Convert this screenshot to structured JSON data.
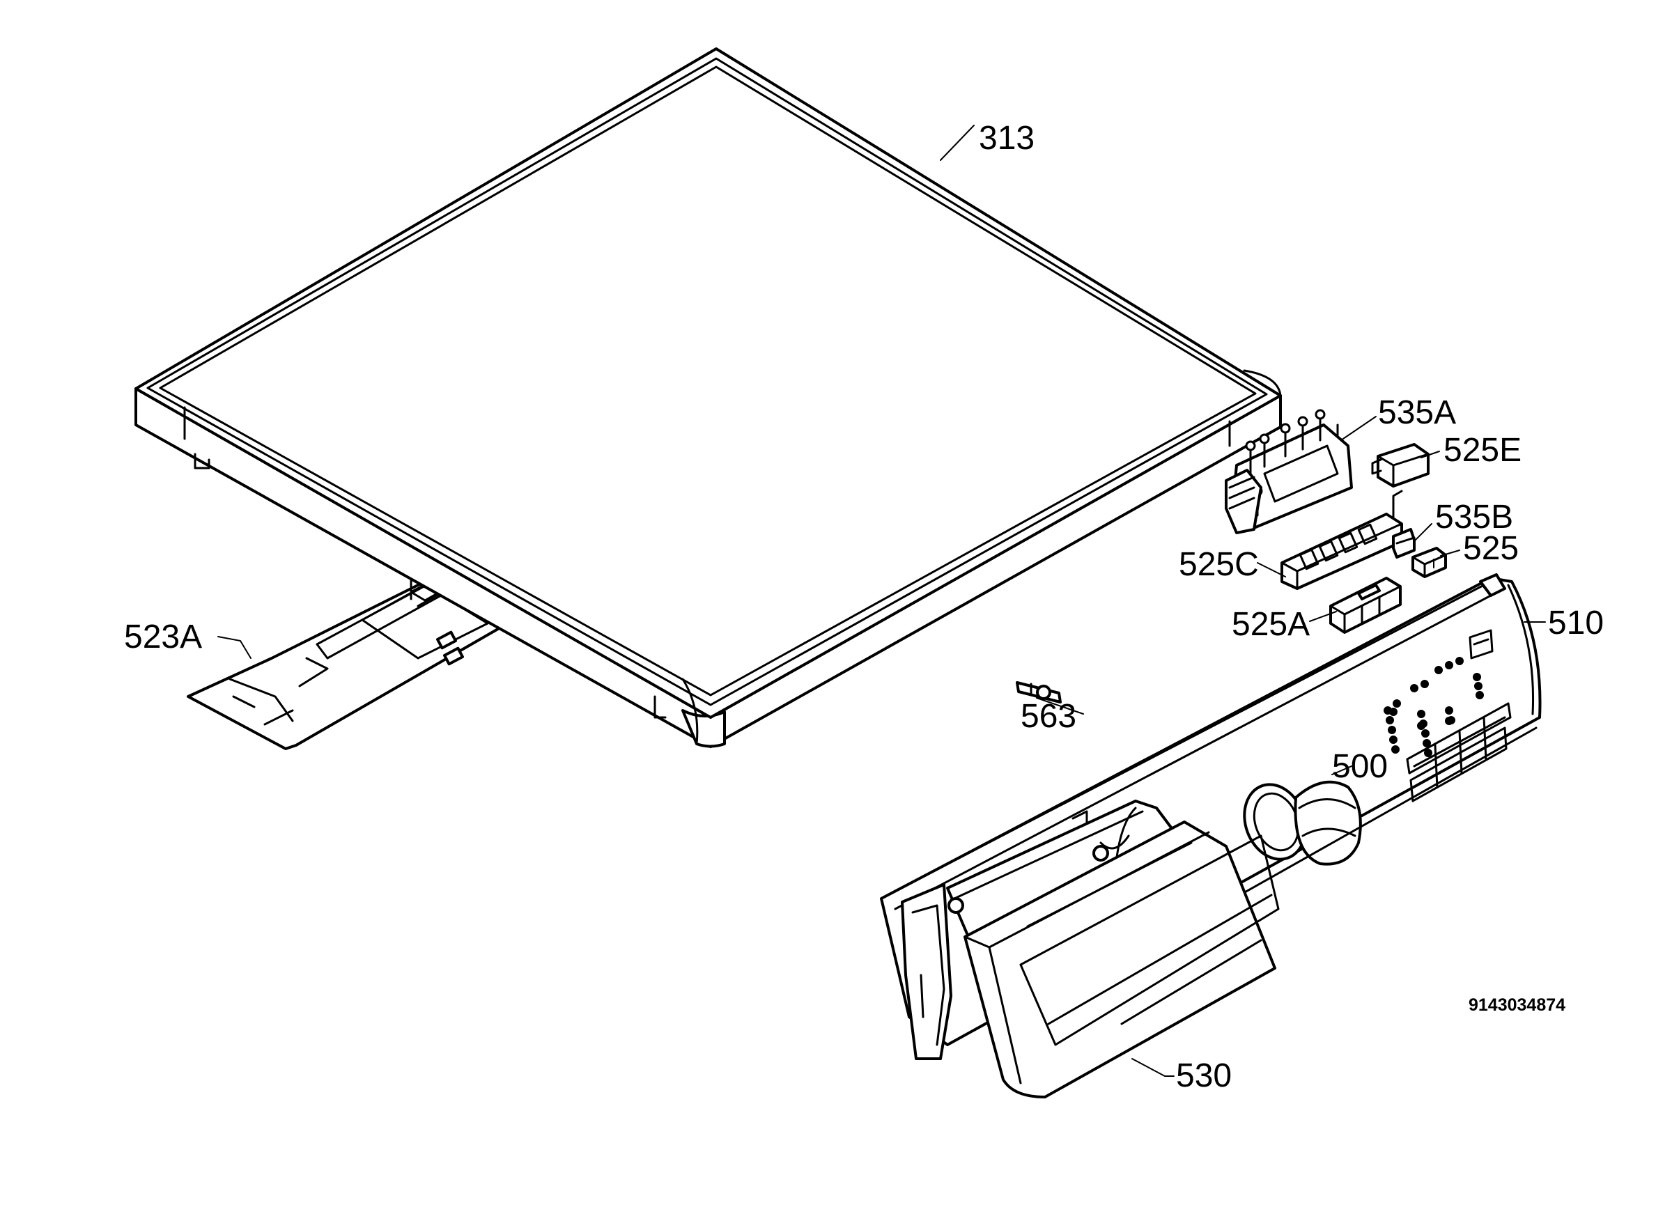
{
  "diagram": {
    "labels": {
      "p313": "313",
      "p535A": "535A",
      "p525E": "525E",
      "p535B": "535B",
      "p525C": "525C",
      "p525": "525",
      "p525A": "525A",
      "p510": "510",
      "p523A": "523A",
      "p563": "563",
      "p500": "500",
      "p530": "530"
    },
    "drawing_number": "9143034874"
  }
}
